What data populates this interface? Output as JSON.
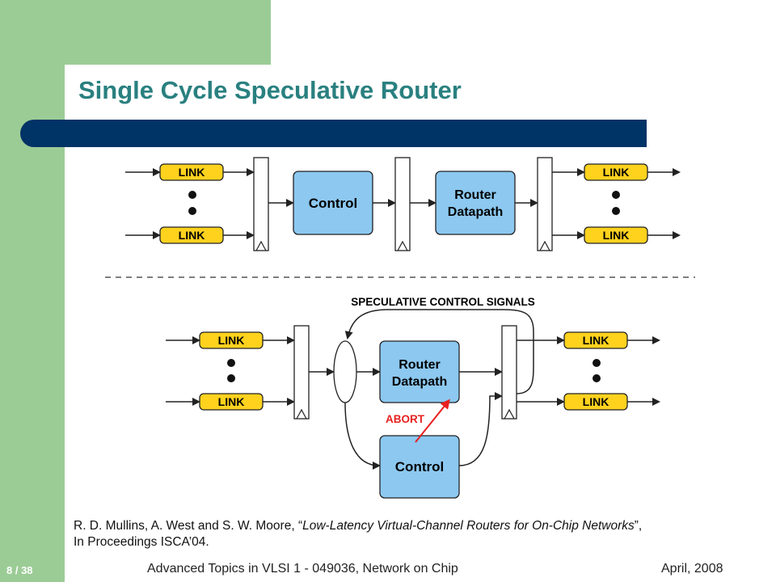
{
  "slide": {
    "title": "Single Cycle Speculative Router"
  },
  "diagram": {
    "link_label": "LINK",
    "control_label": "Control",
    "router_line1": "Router",
    "router_line2": "Datapath",
    "speculative_label": "SPECULATIVE CONTROL SIGNALS",
    "abort_label": "ABORT",
    "colors": {
      "link_fill": "#ffd21e",
      "block_fill": "#8cc8f0",
      "abort": "#e82020"
    }
  },
  "citation": {
    "authors": "R. D. Mullins, A. West and S. W. Moore, “",
    "paper_title": "Low-Latency Virtual-Channel Routers for On-Chip Networks",
    "close": "”,",
    "venue": "In Proceedings ISCA’04."
  },
  "footer": {
    "page": "8 / 38",
    "course": "Advanced Topics in VLSI 1 - 049036, Network on Chip",
    "date": "April, 2008"
  }
}
